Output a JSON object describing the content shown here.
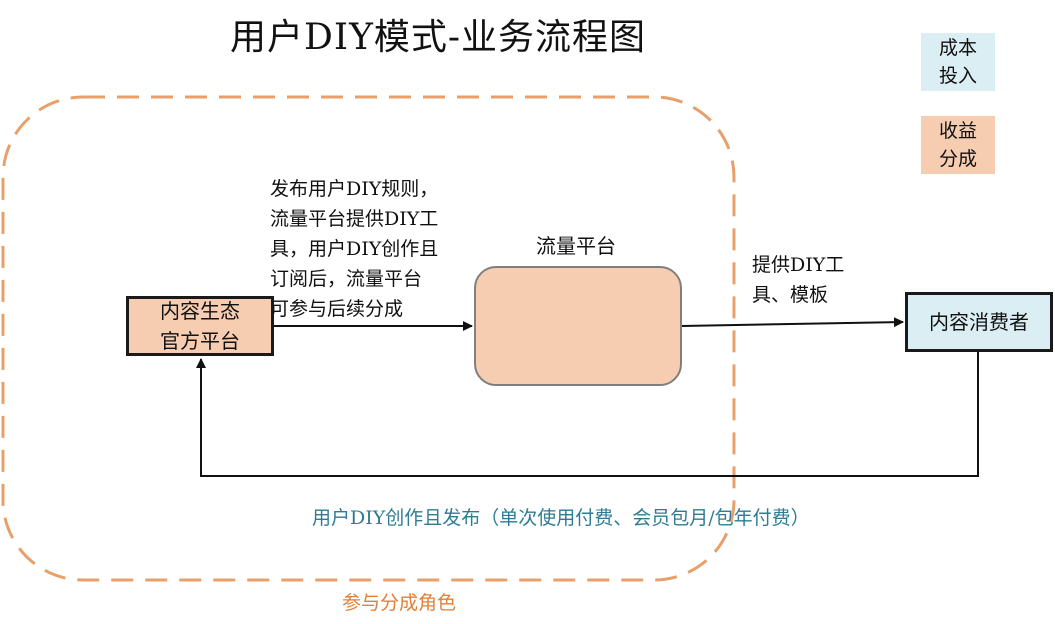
{
  "title": "用户DIY模式-业务流程图",
  "legend": {
    "cost": [
      "成本",
      "投入"
    ],
    "revenue": [
      "收益",
      "分成"
    ]
  },
  "nodes": {
    "official": [
      "内容生态",
      "官方平台"
    ],
    "traffic": "流量平台",
    "consumer": "内容消费者"
  },
  "edges": {
    "official_to_traffic": [
      "发布用户DIY规则，",
      "流量平台提供DIY工",
      "具，用户DIY创作且",
      "订阅后，流量平台",
      "可参与后续分成"
    ],
    "traffic_to_consumer": [
      "提供DIY工",
      "具、模板"
    ],
    "consumer_to_official": "用户DIY创作且发布（单次使用付费、会员包月/包年付费）"
  },
  "group_label": "参与分成角色",
  "colors": {
    "cost": "#dbeef3",
    "revenue": "#f7cdb2",
    "group_border": "#e8a06b",
    "bottom_text": "#2e7c94",
    "group_label": "#e0803a"
  }
}
